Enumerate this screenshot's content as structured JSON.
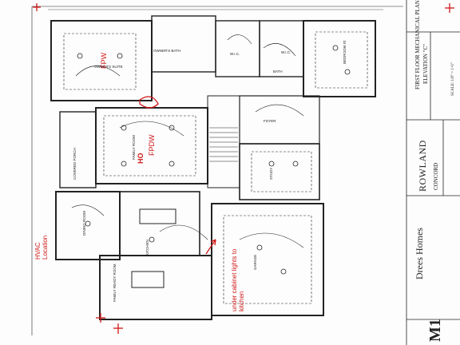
{
  "rooms": {
    "owners_suite": "OWNER'S SUITE",
    "owners_bath": "OWNER'S BATH",
    "wic_left": "W.I.C.",
    "wic_right": "W.I.C.",
    "bath": "BATH",
    "bedroom2": "BEDROOM #2",
    "family_room": "FAMILY ROOM",
    "covered_porch": "COVERED PORCH",
    "foyer": "FOYER",
    "study": "STUDY",
    "dining_room": "DINING ROOM",
    "kitchen": "KITCHEN",
    "family_ready_room": "FAMILY READY ROOM",
    "garage": "GARAGE"
  },
  "annotations": {
    "fpw_bedroom": "FPW",
    "fpw_family": "FPDW",
    "red_mark": "HO",
    "hvac": "HVAC Location",
    "cabinet_note": "under cabinet lights to kitchen"
  },
  "title_block": {
    "company": "Drees Homes",
    "plan_name": "ROWLAND",
    "elevation": "CONCORD",
    "sheet_title": "FIRST FLOOR MECHANICAL PLAN",
    "sheet_subtitle": "ELEVATION \"C\"",
    "scale": "SCALE: 1/8\" = 1'-0\"",
    "sheet_number": "M1"
  },
  "colors": {
    "line": "#222222",
    "annotation": "#d01818"
  }
}
